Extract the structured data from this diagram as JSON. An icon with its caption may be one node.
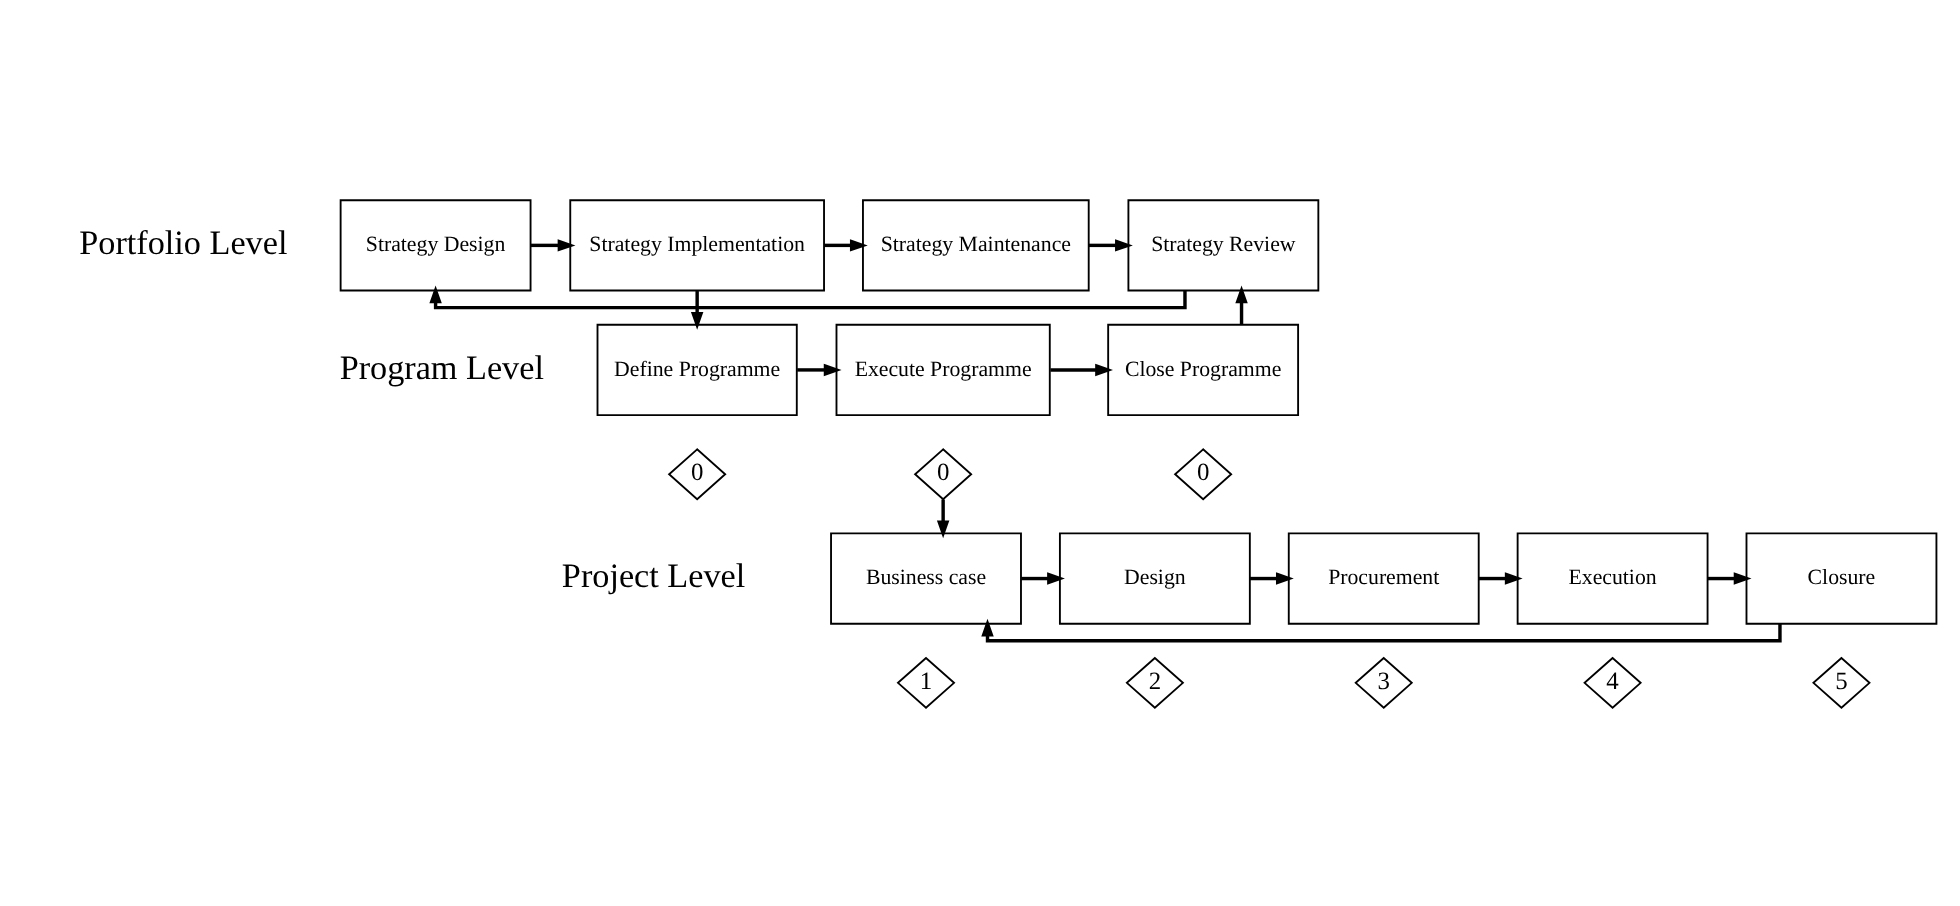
{
  "diagram": {
    "nodes": [
      {
        "text": [
          "Strategy Design"
        ]
      },
      {
        "text": [
          "Strategy Implementation"
        ]
      },
      {
        "text": [
          "Strategy Maintenance"
        ]
      },
      {
        "text": [
          "Strategy Review"
        ]
      },
      {
        "text": [
          "Define Programme"
        ]
      },
      {
        "text": [
          "Execute Programme"
        ]
      },
      {
        "text": [
          "Close Programme"
        ]
      },
      {
        "text": [
          "Business case"
        ]
      },
      {
        "text": [
          "Design"
        ]
      },
      {
        "text": [
          "Procurement"
        ]
      },
      {
        "text": [
          "Execution"
        ]
      },
      {
        "text": [
          "Closure"
        ]
      },
      {
        "text": [
          "0"
        ]
      },
      {
        "text": [
          "0"
        ]
      },
      {
        "text": [
          "0"
        ]
      },
      {
        "text": [
          "1"
        ]
      },
      {
        "text": [
          "2"
        ]
      },
      {
        "text": [
          "3"
        ]
      },
      {
        "text": [
          "4"
        ]
      },
      {
        "text": [
          "5"
        ]
      }
    ],
    "edges": [
      {
        "from": 0,
        "to": 1,
        "arrow": "to"
      },
      {
        "from": 1,
        "to": 2,
        "arrow": "to"
      },
      {
        "from": 2,
        "to": 3,
        "arrow": "to"
      },
      {
        "from": 3,
        "to": 0,
        "arrow": "to"
      },
      {
        "from": 1,
        "to": 4,
        "arrow": "to"
      },
      {
        "from": 4,
        "to": 5,
        "arrow": "to"
      },
      {
        "from": 5,
        "to": 6,
        "arrow": "to"
      },
      {
        "from": 6,
        "to": 3,
        "arrow": "to"
      },
      {
        "from": 13,
        "to": 7,
        "arrow": "to"
      },
      {
        "from": 11,
        "to": 7,
        "arrow": "to"
      },
      {
        "from": 7,
        "to": 8,
        "arrow": "to"
      },
      {
        "from": 8,
        "to": 9,
        "arrow": "to"
      },
      {
        "from": 9,
        "to": 10,
        "arrow": "to"
      },
      {
        "from": 10,
        "to": 11,
        "arrow": "to"
      }
    ],
    "labels": [
      "Portfolio Level",
      "Program Level",
      "Project Level"
    ]
  }
}
